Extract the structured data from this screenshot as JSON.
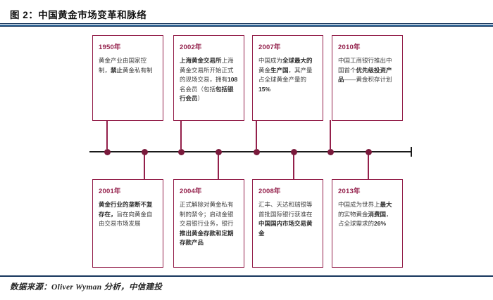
{
  "page": {
    "title": "图 2：中国黄金市场变革和脉络",
    "source_note": "数据来源：Oliver Wyman 分析，中信建投"
  },
  "colors": {
    "accent": "#94204B",
    "dot": "#7A1A3C",
    "navy": "#17365D",
    "blue": "#2E6496"
  },
  "timeline": {
    "top_events": [
      {
        "year": "1950年",
        "segments": [
          {
            "t": "黄金产业由国家控制，",
            "b": false
          },
          {
            "t": "禁止",
            "b": true
          },
          {
            "t": "黄金私有制",
            "b": false
          }
        ]
      },
      {
        "year": "2002年",
        "segments": [
          {
            "t": "上海黄金交易所",
            "b": true
          },
          {
            "t": "上海黄金交易所开始正式的现场交易，拥有",
            "b": false
          },
          {
            "t": "108",
            "b": true
          },
          {
            "t": "名会员（包括",
            "b": false
          },
          {
            "t": "包括银行会员",
            "b": true
          },
          {
            "t": "）",
            "b": false
          }
        ]
      },
      {
        "year": "2007年",
        "segments": [
          {
            "t": "中国成为",
            "b": false
          },
          {
            "t": "全球最大的",
            "b": true
          },
          {
            "t": "黄金",
            "b": false
          },
          {
            "t": "生产国",
            "b": true
          },
          {
            "t": "，其产量占全球黄金产量的",
            "b": false
          },
          {
            "t": "15%",
            "b": true
          }
        ]
      },
      {
        "year": "2010年",
        "segments": [
          {
            "t": "中国工商银行推出中国首个",
            "b": false
          },
          {
            "t": "优先级投资产品",
            "b": true
          },
          {
            "t": "——黄金积存计划",
            "b": false
          }
        ]
      }
    ],
    "bottom_events": [
      {
        "year": "2001年",
        "segments": [
          {
            "t": "黄金行业的垄断不复存在，",
            "b": true
          },
          {
            "t": "旨在向黄金自由交易市场发展",
            "b": false
          }
        ]
      },
      {
        "year": "2004年",
        "segments": [
          {
            "t": "正式解除对黄金私有制的禁令；启动金银交易银行业务，银行",
            "b": false
          },
          {
            "t": "推出黄金存款和定期存款产品",
            "b": true
          }
        ]
      },
      {
        "year": "2008年",
        "segments": [
          {
            "t": "汇丰、天达和瑞银等首批国际银行获准在",
            "b": false
          },
          {
            "t": "中国国内市场交易黄金",
            "b": true
          }
        ]
      },
      {
        "year": "2013年",
        "segments": [
          {
            "t": "中国成为世界上",
            "b": false
          },
          {
            "t": "最大",
            "b": true
          },
          {
            "t": "的实物黄金",
            "b": false
          },
          {
            "t": "消费国",
            "b": true
          },
          {
            "t": "，占全球需求的",
            "b": false
          },
          {
            "t": "26%",
            "b": true
          }
        ]
      }
    ]
  }
}
